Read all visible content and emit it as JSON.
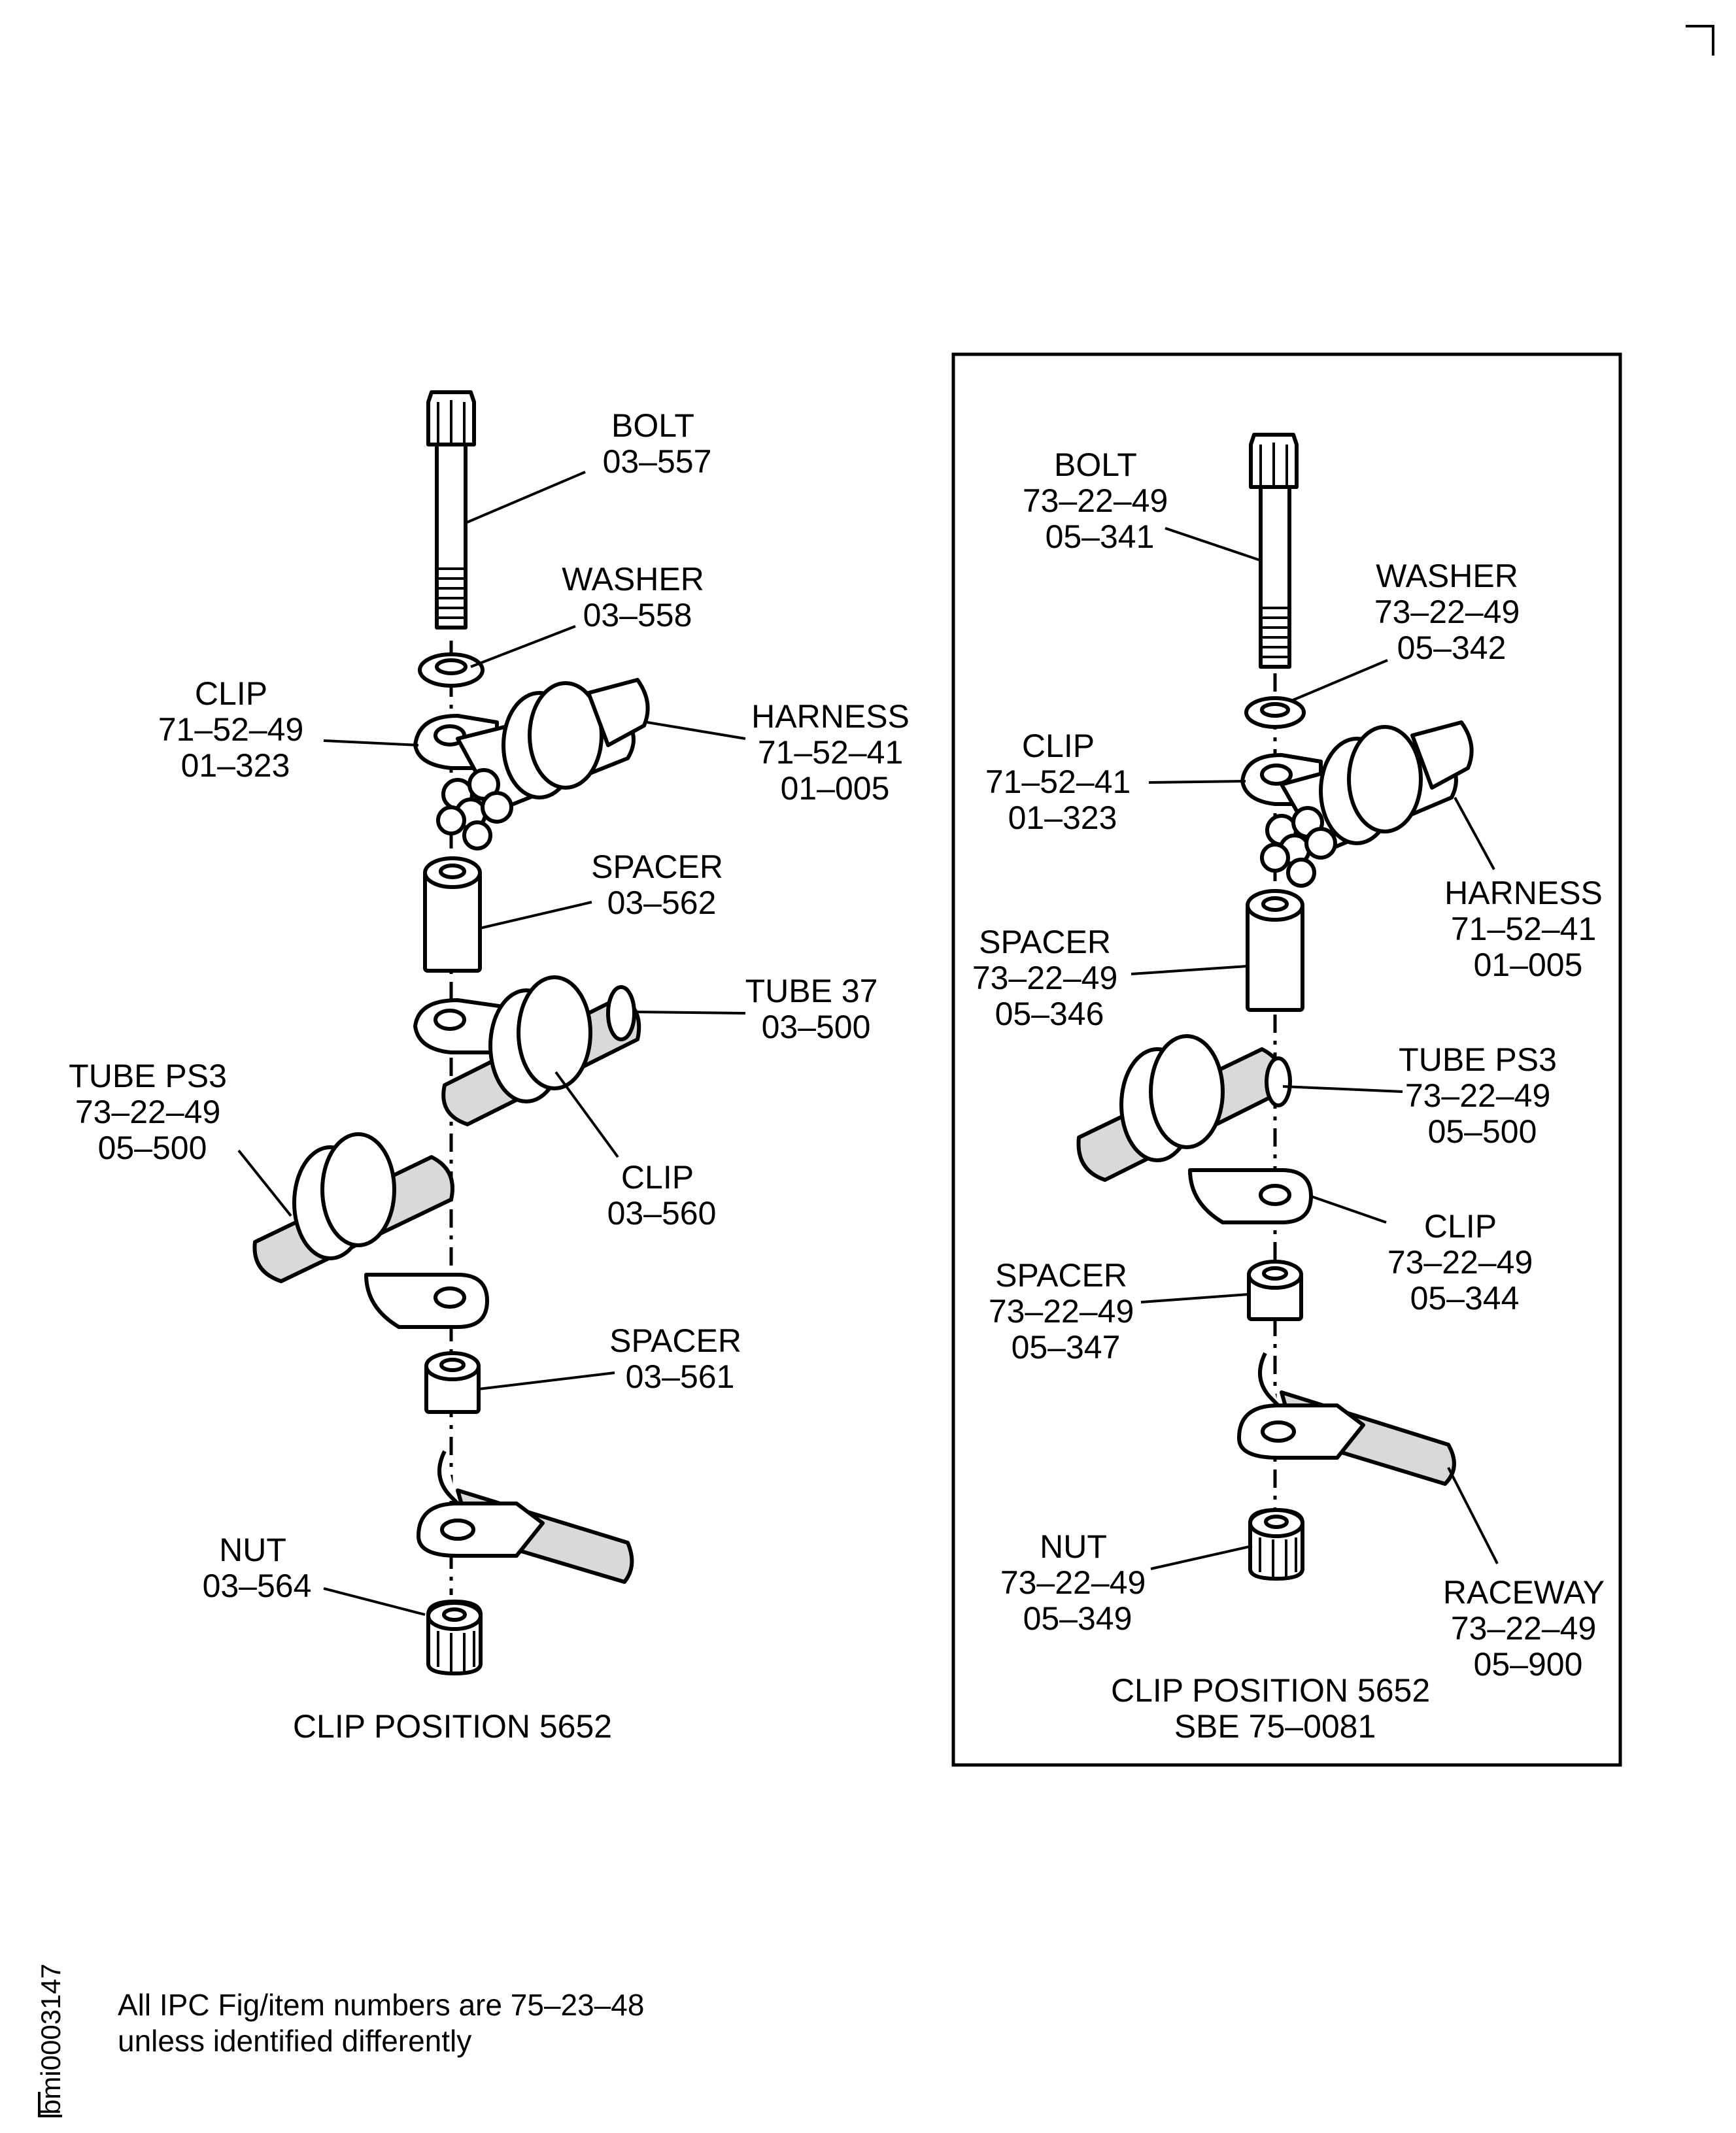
{
  "left_assembly": {
    "caption": "CLIP POSITION 5652",
    "callouts": {
      "bolt": [
        "BOLT",
        "03–557"
      ],
      "washer": [
        "WASHER",
        "03–558"
      ],
      "clip_harness": [
        "CLIP",
        "71–52–49",
        "01–323"
      ],
      "harness": [
        "HARNESS",
        "71–52–41",
        "01–005"
      ],
      "spacer_upper": [
        "SPACER",
        "03–562"
      ],
      "tube37": [
        "TUBE 37",
        "03–500"
      ],
      "tube_ps3": [
        "TUBE PS3",
        "73–22–49",
        "05–500"
      ],
      "clip_tube": [
        "CLIP",
        "03–560"
      ],
      "spacer_lower": [
        "SPACER",
        "03–561"
      ],
      "nut": [
        "NUT",
        "03–564"
      ]
    }
  },
  "right_assembly": {
    "caption_line1": "CLIP POSITION 5652",
    "caption_line2": "SBE 75–0081",
    "callouts": {
      "bolt": [
        "BOLT",
        "73–22–49",
        "05–341"
      ],
      "washer": [
        "WASHER",
        "73–22–49",
        "05–342"
      ],
      "clip_harness": [
        "CLIP",
        "71–52–41",
        "01–323"
      ],
      "harness": [
        "HARNESS",
        "71–52–41",
        "01–005"
      ],
      "spacer_upper": [
        "SPACER",
        "73–22–49",
        "05–346"
      ],
      "tube_ps3": [
        "TUBE PS3",
        "73–22–49",
        "05–500"
      ],
      "clip_tube": [
        "CLIP",
        "73–22–49",
        "05–344"
      ],
      "spacer_lower": [
        "SPACER",
        "73–22–49",
        "05–347"
      ],
      "nut": [
        "NUT",
        "73–22–49",
        "05–349"
      ],
      "raceway": [
        "RACEWAY",
        "73–22–49",
        "05–900"
      ]
    }
  },
  "footnote": {
    "line1": "All IPC Fig/item numbers are 75–23–48",
    "line2": "unless identified differently"
  },
  "sheet_id": "bmi0003147"
}
